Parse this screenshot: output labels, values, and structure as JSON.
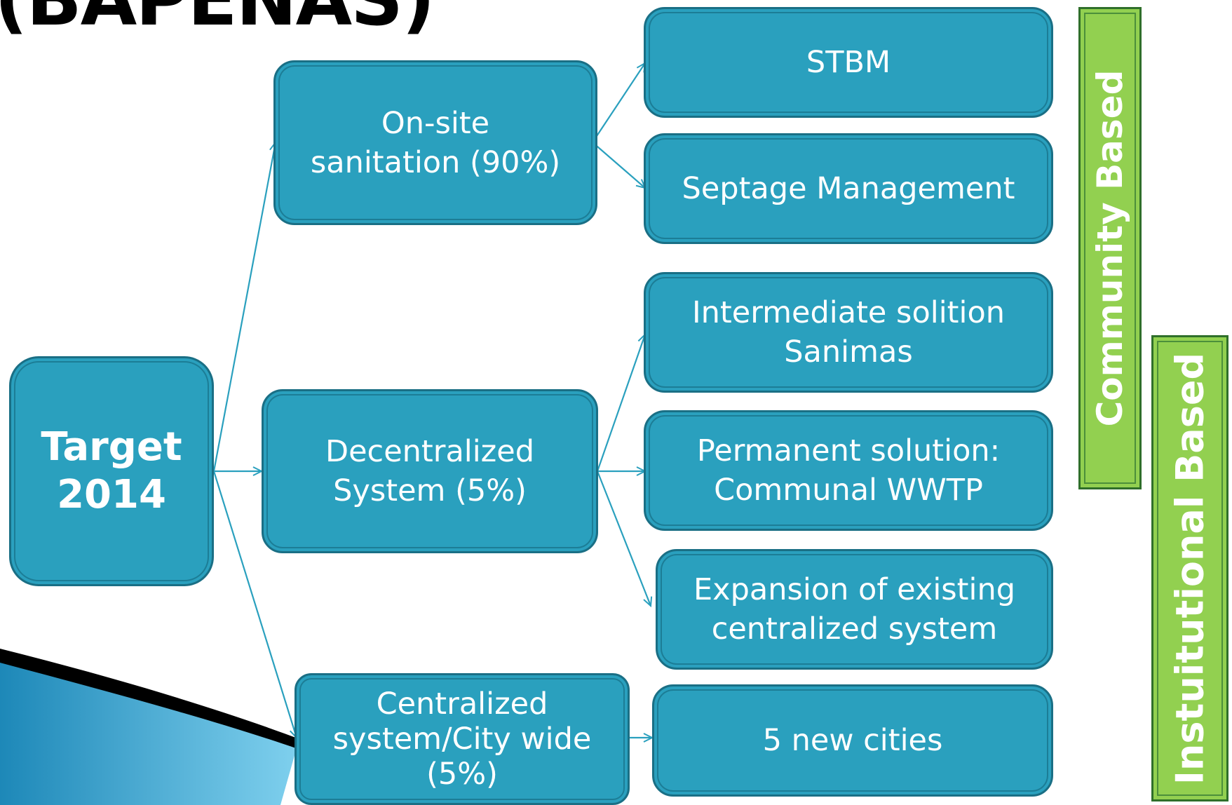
{
  "title": "(BAPENAS)",
  "diagram": {
    "root": "Target\n2014",
    "branches": {
      "onsite": "On-site\nsanitation (90%)",
      "decentralized": "Decentralized\nSystem (5%)",
      "centralized": "Centralized\nsystem/City wide\n(5%)"
    },
    "leaves": {
      "stbm": "STBM",
      "septage": "Septage Management",
      "intermediate": "Intermediate solition\nSanimas",
      "permanent": "Permanent solution:\nCommunal WWTP",
      "expansion": "Expansion of existing\ncentralized system",
      "new_cities": "5 new cities"
    },
    "side_labels": {
      "community": "Community Based",
      "institutional": "Instuitutional Based"
    },
    "colors": {
      "box_fill": "#2aa0be",
      "box_border": "#1a6f85",
      "bar_fill": "#92d050",
      "connector": "#2aa0be"
    }
  }
}
